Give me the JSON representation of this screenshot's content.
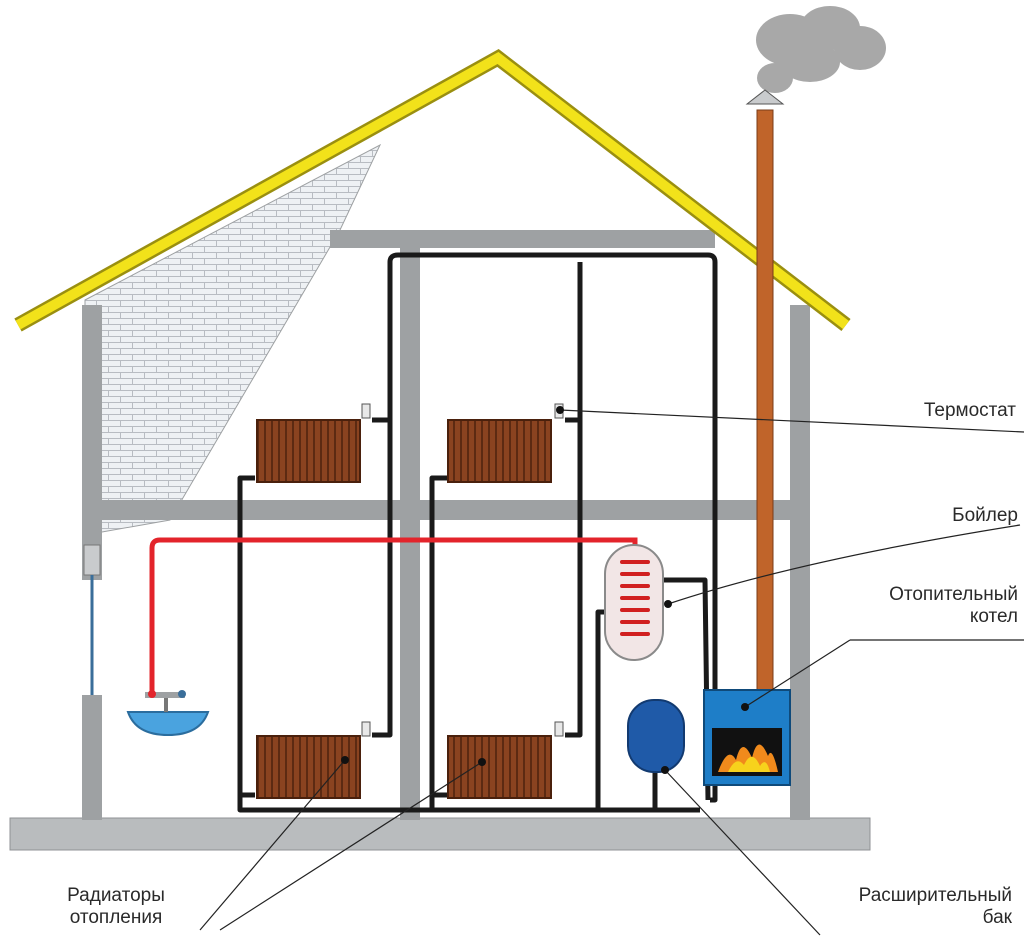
{
  "labels": {
    "thermostat": "Термостат",
    "boiler": "Бойлер",
    "heating_boiler_line1": "Отопительный",
    "heating_boiler_line2": "котел",
    "radiators_line1": "Радиаторы",
    "radiators_line2": "отопления",
    "expansion_tank_line1": "Расширительный",
    "expansion_tank_line2": "бак"
  },
  "colors": {
    "roof": "#f2e21a",
    "roof_outline": "#9a8f10",
    "walls": "#9ea1a3",
    "floor": "#b9bcbe",
    "brick_fill": "#eef1f4",
    "brick_line": "#b8bcc2",
    "pipe_black": "#1a1a1a",
    "hot_water": "#e3242b",
    "radiator": "#8a4320",
    "chimney": "#c0642a",
    "furnace": "#1e7ec8",
    "expansion_tank": "#1f5aa8",
    "smoke": "#9a9a9a",
    "cold_water": "#3a6e9a"
  }
}
